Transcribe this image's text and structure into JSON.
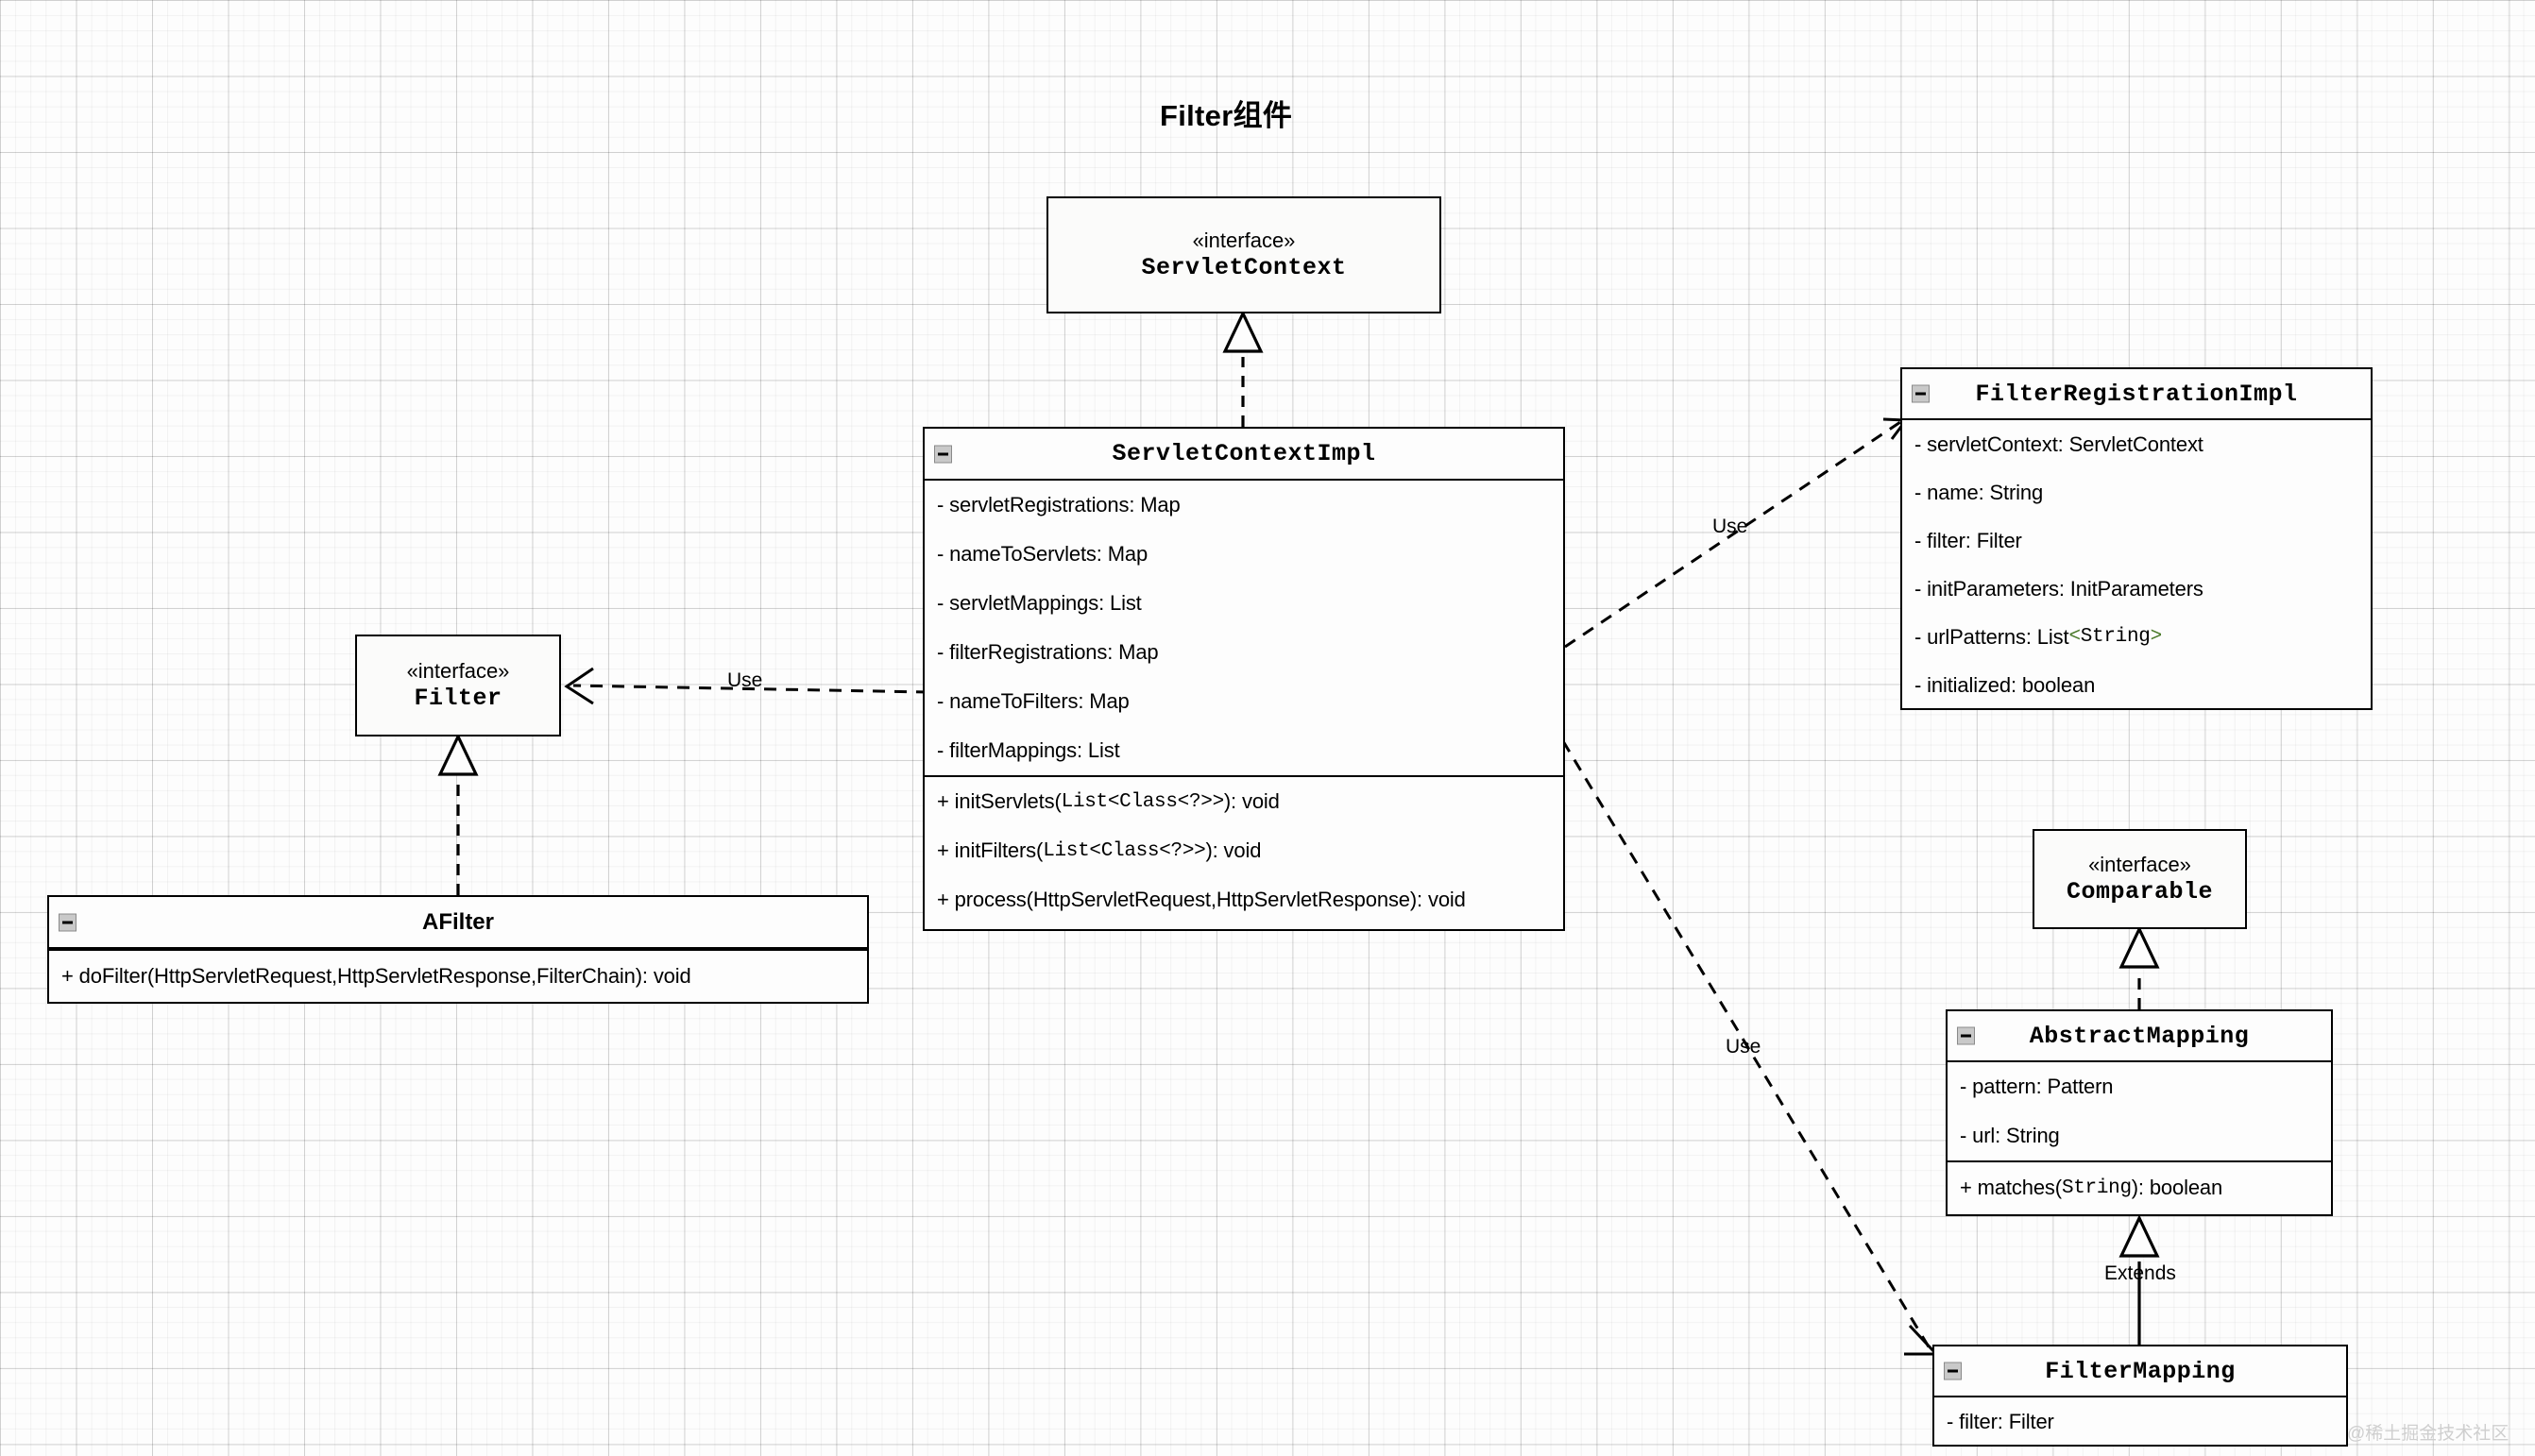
{
  "title": "Filter组件",
  "watermark": "@稀土掘金技术社区",
  "icons": {
    "collapse": "minus-collapse-icon"
  },
  "classes": {
    "servlet_context": {
      "stereotype": "«interface»",
      "name": "ServletContext"
    },
    "servlet_context_impl": {
      "name": "ServletContextImpl",
      "attributes": [
        "- servletRegistrations: Map",
        "- nameToServlets: Map",
        "- servletMappings: List",
        "- filterRegistrations: Map",
        "- nameToFilters: Map",
        "- filterMappings: List"
      ],
      "methods": [
        {
          "prefix": "+ initServlets(",
          "mono": "List<Class<?>>",
          "suffix": "): void"
        },
        {
          "prefix": "+ initFilters(",
          "mono": "List<Class<?>>",
          "suffix": "): void"
        },
        {
          "prefix": "+ process(HttpServletRequest,HttpServletResponse): void",
          "mono": "",
          "suffix": ""
        }
      ]
    },
    "filter_registration_impl": {
      "name": "FilterRegistrationImpl",
      "attributes": [
        {
          "text": "- servletContext: ServletContext"
        },
        {
          "text": "- name: String"
        },
        {
          "text": "- filter: Filter"
        },
        {
          "text": "- initParameters: InitParameters"
        },
        {
          "text": "- urlPatterns: List",
          "gen_open": "<",
          "gen_mono": "String",
          "gen_close": ">"
        },
        {
          "text": "- initialized: boolean"
        }
      ]
    },
    "filter": {
      "stereotype": "«interface»",
      "name": "Filter"
    },
    "afilter": {
      "name": "AFilter",
      "methods": [
        "+ doFilter(HttpServletRequest,HttpServletResponse,FilterChain): void"
      ]
    },
    "comparable": {
      "stereotype": "«interface»",
      "name": "Comparable"
    },
    "abstract_mapping": {
      "name": "AbstractMapping",
      "attributes": [
        "- pattern: Pattern",
        "- url: String"
      ],
      "methods": [
        {
          "prefix": "+ matches(",
          "mono": "String",
          "suffix": "): boolean"
        }
      ]
    },
    "filter_mapping": {
      "name": "FilterMapping",
      "attributes": [
        "- filter: Filter"
      ]
    }
  },
  "relations": [
    {
      "id": "impl-realizes-servletcontext",
      "label": "",
      "type": "realization"
    },
    {
      "id": "impl-uses-filterregistration",
      "label": "Use",
      "type": "dependency"
    },
    {
      "id": "impl-uses-filter",
      "label": "Use",
      "type": "dependency"
    },
    {
      "id": "impl-uses-filtermapping",
      "label": "Use",
      "type": "dependency"
    },
    {
      "id": "afilter-realizes-filter",
      "label": "",
      "type": "realization"
    },
    {
      "id": "abstractmapping-realizes-comparable",
      "label": "",
      "type": "realization"
    },
    {
      "id": "filtermapping-extends-abstractmapping",
      "label": "Extends",
      "type": "generalization"
    }
  ],
  "colors": {
    "stroke": "#000000",
    "generic_green": "#4a7a2a",
    "box_fill": "#fdfdfd",
    "collapse_fill": "#c9c9c9"
  }
}
